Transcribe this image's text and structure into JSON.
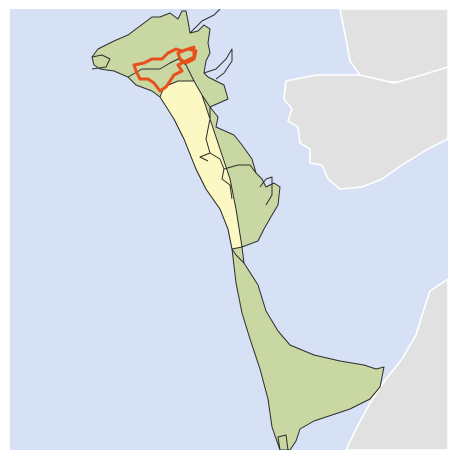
{
  "map": {
    "type": "locator-map",
    "labels": [],
    "colors": {
      "water": "#d6e1f5",
      "land": "#e1e1e1",
      "coastline": "#ffffff",
      "municipality_fill": "#c9d7a3",
      "selected_district_fill": "#fcf8c3",
      "district_border": "#2d2d2d",
      "highlight_outline": "#e8501c"
    },
    "layers": [
      "water",
      "mainland-land",
      "peninsula-municipality",
      "selected-district",
      "district-boundaries",
      "highlighted-area"
    ]
  }
}
